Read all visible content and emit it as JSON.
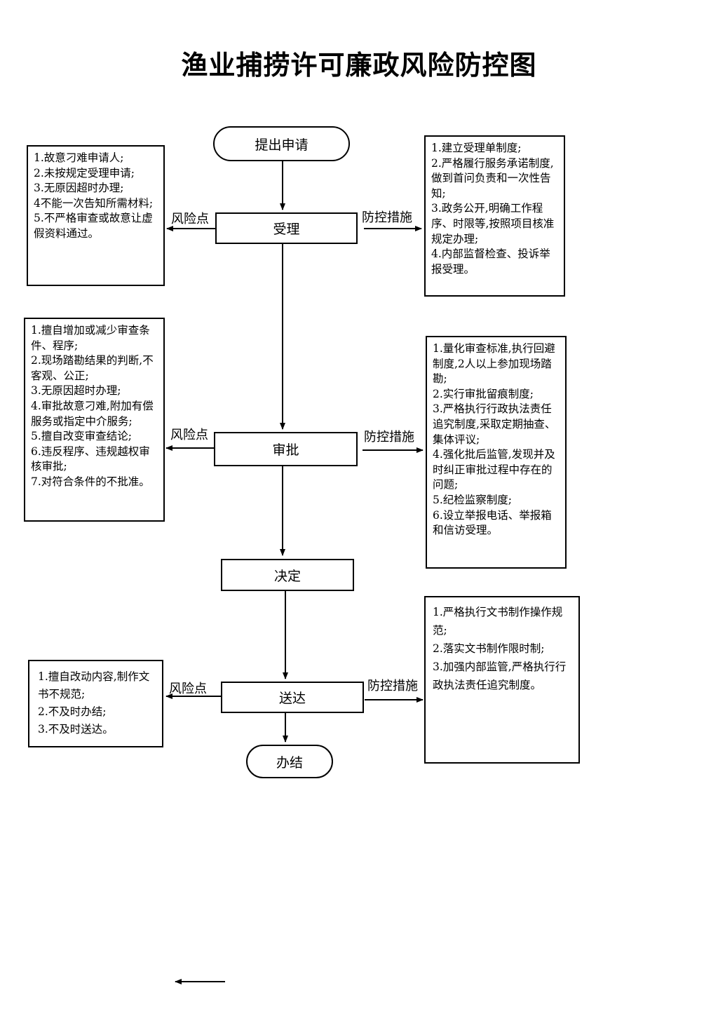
{
  "title": "渔业捕捞许可廉政风险防控图",
  "nodes": {
    "apply": "提出申请",
    "accept": "受理",
    "approve": "审批",
    "decide": "决定",
    "deliver": "送达",
    "finish": "办结"
  },
  "labels": {
    "risk": "风险点",
    "control": "防控措施"
  },
  "accept_risks": [
    "1.故意刁难申请人;",
    "2.未按规定受理申请;",
    "3.无原因超时办理;",
    "4不能一次告知所需材料;",
    "5.不严格审查或故意让虚假资料通过。"
  ],
  "accept_controls": [
    "1.建立受理单制度;",
    "2.严格履行服务承诺制度,做到首问负责和一次性告知;",
    "3.政务公开,明确工作程序、时限等,按照项目核准规定办理;",
    "4.内部监督检查、投诉举报受理。"
  ],
  "approve_risks": [
    "1.擅自增加或减少审查条件、程序;",
    "2.现场踏勘结果的判断,不客观、公正;",
    "3.无原因超时办理;",
    "4.审批故意刁难,附加有偿服务或指定中介服务;",
    "5.擅自改变审查结论;",
    "6.违反程序、违规越权审核审批;",
    "7.对符合条件的不批准。"
  ],
  "approve_controls": [
    "1.量化审查标准,执行回避制度,2人以上参加现场踏勘;",
    "2.实行审批留痕制度;",
    "3.严格执行行政执法责任追究制度,采取定期抽查、集体评议;",
    "4.强化批后监管,发现并及时纠正审批过程中存在的问题;",
    "5.纪检监察制度;",
    "6.设立举报电话、举报箱和信访受理。"
  ],
  "deliver_risks": [
    "1.擅自改动内容,制作文书不规范;",
    "2.不及时办结;",
    "3.不及时送达。"
  ],
  "deliver_controls": [
    "1.严格执行文书制作操作规范;",
    "2.落实文书制作限时制;",
    "3.加强内部监管,严格执行行政执法责任追究制度。"
  ]
}
